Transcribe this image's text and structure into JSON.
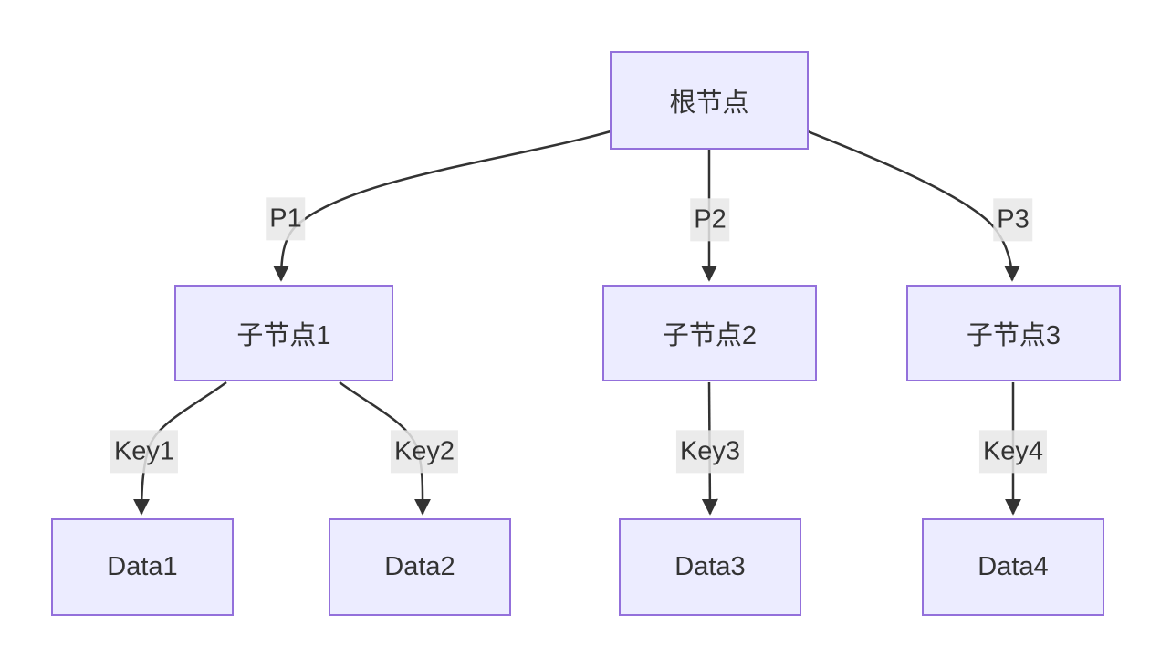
{
  "diagram": {
    "type": "flowchart-tree",
    "direction": "top-down",
    "background": "#ffffff",
    "node_style": {
      "fill": "#ECECFF",
      "border_color": "#9370DB",
      "text_color": "#333333"
    },
    "edge_style": {
      "stroke": "#333333",
      "arrowhead": "filled-triangle",
      "label_background": "#e8e8e8",
      "label_text_color": "#333333"
    },
    "nodes": [
      {
        "id": "root",
        "label": "根节点"
      },
      {
        "id": "child1",
        "label": "子节点1"
      },
      {
        "id": "child2",
        "label": "子节点2"
      },
      {
        "id": "child3",
        "label": "子节点3"
      },
      {
        "id": "data1",
        "label": "Data1"
      },
      {
        "id": "data2",
        "label": "Data2"
      },
      {
        "id": "data3",
        "label": "Data3"
      },
      {
        "id": "data4",
        "label": "Data4"
      }
    ],
    "edges": [
      {
        "from": "root",
        "to": "child1",
        "label": "P1"
      },
      {
        "from": "root",
        "to": "child2",
        "label": "P2"
      },
      {
        "from": "root",
        "to": "child3",
        "label": "P3"
      },
      {
        "from": "child1",
        "to": "data1",
        "label": "Key1"
      },
      {
        "from": "child1",
        "to": "data2",
        "label": "Key2"
      },
      {
        "from": "child2",
        "to": "data3",
        "label": "Key3"
      },
      {
        "from": "child3",
        "to": "data4",
        "label": "Key4"
      }
    ]
  }
}
